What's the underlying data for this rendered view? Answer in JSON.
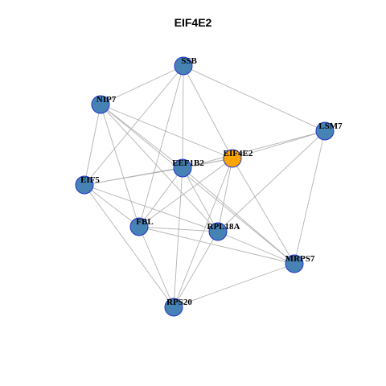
{
  "title": "EIF4E2",
  "colors": {
    "node_fill": "#4682b4",
    "node_stroke": "#2233cc",
    "hub_fill": "#ffa500",
    "hub_stroke": "#2233cc",
    "edge": "#b3b3b3"
  },
  "nodes": [
    {
      "id": "SSB",
      "label": "SSB",
      "hub": false
    },
    {
      "id": "NIP7",
      "label": "NIP7",
      "hub": false
    },
    {
      "id": "LSM7",
      "label": "LSM7",
      "hub": false
    },
    {
      "id": "EIF4E2",
      "label": "EIF4E2",
      "hub": true
    },
    {
      "id": "EEF1B2",
      "label": "EEF1B2",
      "hub": false
    },
    {
      "id": "EIF5",
      "label": "EIF5",
      "hub": false
    },
    {
      "id": "FBL",
      "label": "FBL",
      "hub": false
    },
    {
      "id": "RPL18A",
      "label": "RPL18A",
      "hub": false
    },
    {
      "id": "MRPS7",
      "label": "MRPS7",
      "hub": false
    },
    {
      "id": "RPS20",
      "label": "RPS20",
      "hub": false
    }
  ],
  "edges": [
    [
      "SSB",
      "NIP7"
    ],
    [
      "SSB",
      "LSM7"
    ],
    [
      "SSB",
      "EIF4E2"
    ],
    [
      "SSB",
      "EEF1B2"
    ],
    [
      "SSB",
      "EIF5"
    ],
    [
      "SSB",
      "FBL"
    ],
    [
      "NIP7",
      "EIF4E2"
    ],
    [
      "NIP7",
      "EEF1B2"
    ],
    [
      "NIP7",
      "EIF5"
    ],
    [
      "NIP7",
      "FBL"
    ],
    [
      "NIP7",
      "RPL18A"
    ],
    [
      "NIP7",
      "MRPS7"
    ],
    [
      "LSM7",
      "EIF4E2"
    ],
    [
      "LSM7",
      "EEF1B2"
    ],
    [
      "LSM7",
      "RPL18A"
    ],
    [
      "LSM7",
      "MRPS7"
    ],
    [
      "EIF4E2",
      "EEF1B2"
    ],
    [
      "EIF4E2",
      "EIF5"
    ],
    [
      "EIF4E2",
      "FBL"
    ],
    [
      "EIF4E2",
      "RPL18A"
    ],
    [
      "EIF4E2",
      "MRPS7"
    ],
    [
      "EIF4E2",
      "RPS20"
    ],
    [
      "EEF1B2",
      "EIF5"
    ],
    [
      "EEF1B2",
      "FBL"
    ],
    [
      "EEF1B2",
      "RPL18A"
    ],
    [
      "EEF1B2",
      "RPS20"
    ],
    [
      "EEF1B2",
      "MRPS7"
    ],
    [
      "EIF5",
      "FBL"
    ],
    [
      "EIF5",
      "RPL18A"
    ],
    [
      "EIF5",
      "RPS20"
    ],
    [
      "FBL",
      "RPL18A"
    ],
    [
      "FBL",
      "MRPS7"
    ],
    [
      "FBL",
      "RPS20"
    ],
    [
      "RPL18A",
      "RPS20"
    ],
    [
      "RPL18A",
      "MRPS7"
    ],
    [
      "MRPS7",
      "RPS20"
    ]
  ]
}
